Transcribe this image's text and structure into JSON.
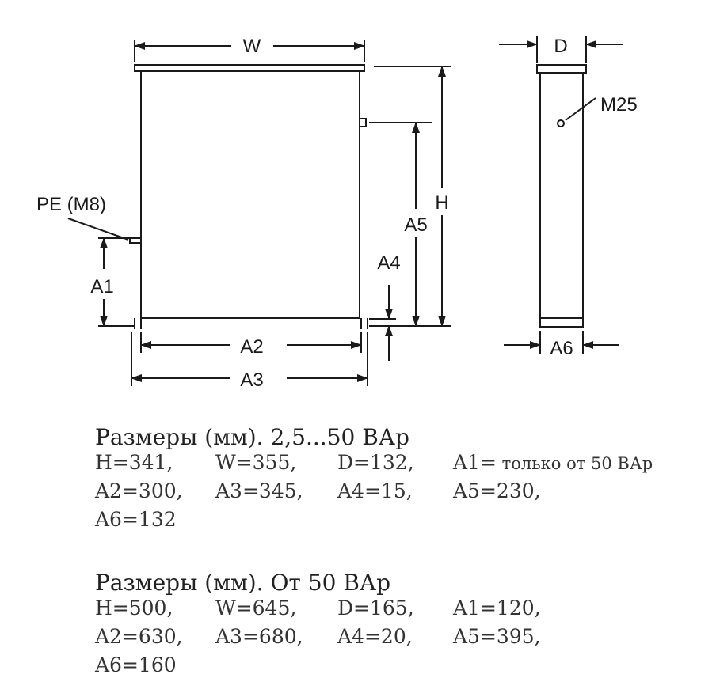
{
  "diagram": {
    "labels": {
      "W": "W",
      "D": "D",
      "H": "H",
      "M25": "M25",
      "PE": "PE (M8)",
      "A1": "A1",
      "A2": "A2",
      "A3": "A3",
      "A4": "A4",
      "A5": "A5",
      "A6": "A6"
    }
  },
  "sections": [
    {
      "title": "Размеры (мм). 2,5...50 ВАр",
      "rows": [
        [
          "H=341,",
          "W=355,",
          "D=132,",
          "A1="
        ],
        [
          "A2=300,",
          "A3=345,",
          "A4=15,",
          "A5=230,"
        ],
        [
          "A6=132"
        ]
      ],
      "note": " только от 50 ВАр"
    },
    {
      "title": "Размеры (мм). От 50 ВАр",
      "rows": [
        [
          "H=500,",
          "W=645,",
          "D=165,",
          "A1=120,"
        ],
        [
          "A2=630,",
          "A3=680,",
          "A4=20,",
          "A5=395,"
        ],
        [
          "A6=160"
        ]
      ]
    }
  ]
}
